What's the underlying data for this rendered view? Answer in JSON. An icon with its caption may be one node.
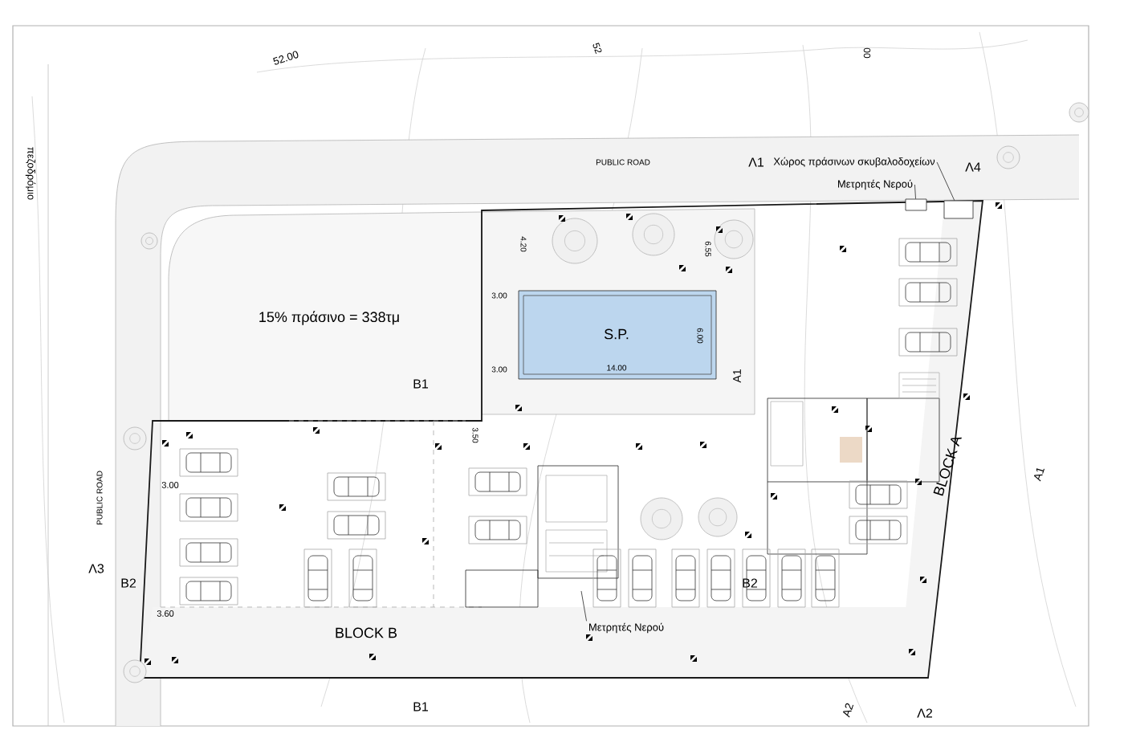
{
  "diagram": {
    "nodes": [
      {
        "text": [
          "15% πράσινο = 338τμ"
        ]
      },
      {
        "text": [
          "S.P."
        ]
      },
      {
        "text": [
          "Χώρος πράσινων σκυβαλοδοχείων"
        ]
      },
      {
        "text": [
          "Μετρητές Νερού"
        ]
      },
      {
        "text": [
          "Μετρητές Νερού"
        ]
      },
      {
        "text": [],
        "shape": "box"
      },
      {
        "text": [],
        "shape": "box"
      }
    ],
    "edges": [
      {
        "from": 2,
        "to": 6,
        "arrow": "none"
      },
      {
        "from": 3,
        "to": 5,
        "arrow": "none"
      },
      {
        "from": 4,
        "to": null,
        "arrow": "none"
      }
    ],
    "labels": [
      "52.00",
      "52",
      "00",
      "πεζοδρόμιο",
      "PUBLIC ROAD",
      "Λ1",
      "Λ4",
      "4.20",
      "6.55",
      "3.00",
      "3.00",
      "6.00",
      "14.00",
      "A1",
      "B1",
      "3.50",
      "3.00",
      "PUBLIC ROAD",
      "Λ3",
      "B2",
      "B2",
      "3.60",
      "BLOCK B",
      "BLOCK A",
      "A1",
      "B1",
      "A2",
      "Λ2"
    ]
  }
}
